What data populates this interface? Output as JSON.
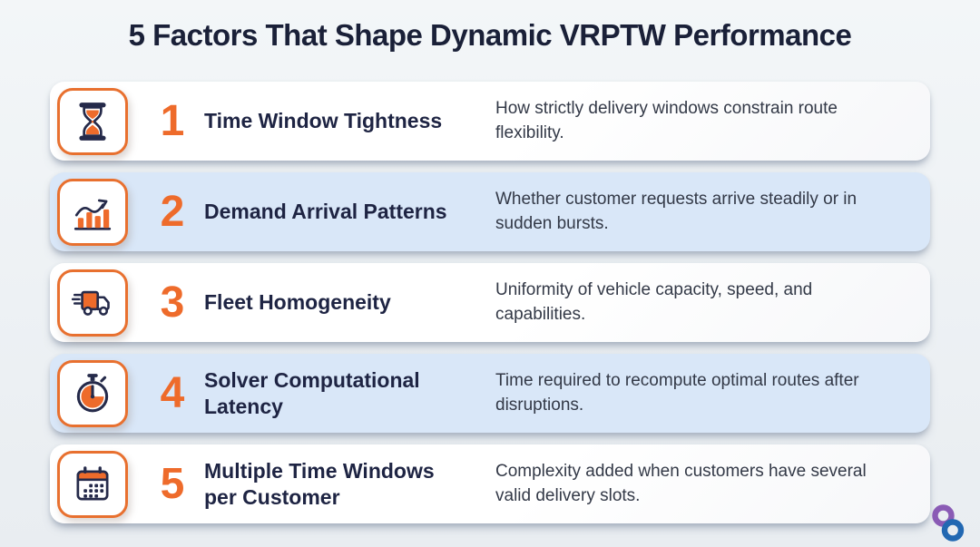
{
  "title": "5 Factors That Shape Dynamic VRPTW Performance",
  "colors": {
    "accent_orange": "#EE6B2B",
    "navy": "#1E2443",
    "row_alt_blue": "#D9E7F8",
    "row_white": "#FFFFFF",
    "page_bg": "#EDF1F4",
    "logo_purple": "#8A5BB5",
    "logo_blue": "#2268B2"
  },
  "factors": [
    {
      "number": "1",
      "icon": "hourglass-icon",
      "title": "Time Window Tightness",
      "description": "How strictly delivery windows constrain route flexibility."
    },
    {
      "number": "2",
      "icon": "bar-chart-trend-icon",
      "title": "Demand Arrival Patterns",
      "description": "Whether customer requests arrive steadily or in sudden bursts."
    },
    {
      "number": "3",
      "icon": "delivery-truck-icon",
      "title": "Fleet Homogeneity",
      "description": "Uniformity of vehicle capacity, speed, and capabilities."
    },
    {
      "number": "4",
      "icon": "stopwatch-icon",
      "title": "Solver Computational Latency",
      "description": "Time required to recompute optimal routes after disruptions."
    },
    {
      "number": "5",
      "icon": "calendar-icon",
      "title": "Multiple Time Windows per Customer",
      "description": "Complexity added when customers have several valid delivery slots."
    }
  ],
  "footer": {
    "logo": "infinity-brand-logo"
  }
}
